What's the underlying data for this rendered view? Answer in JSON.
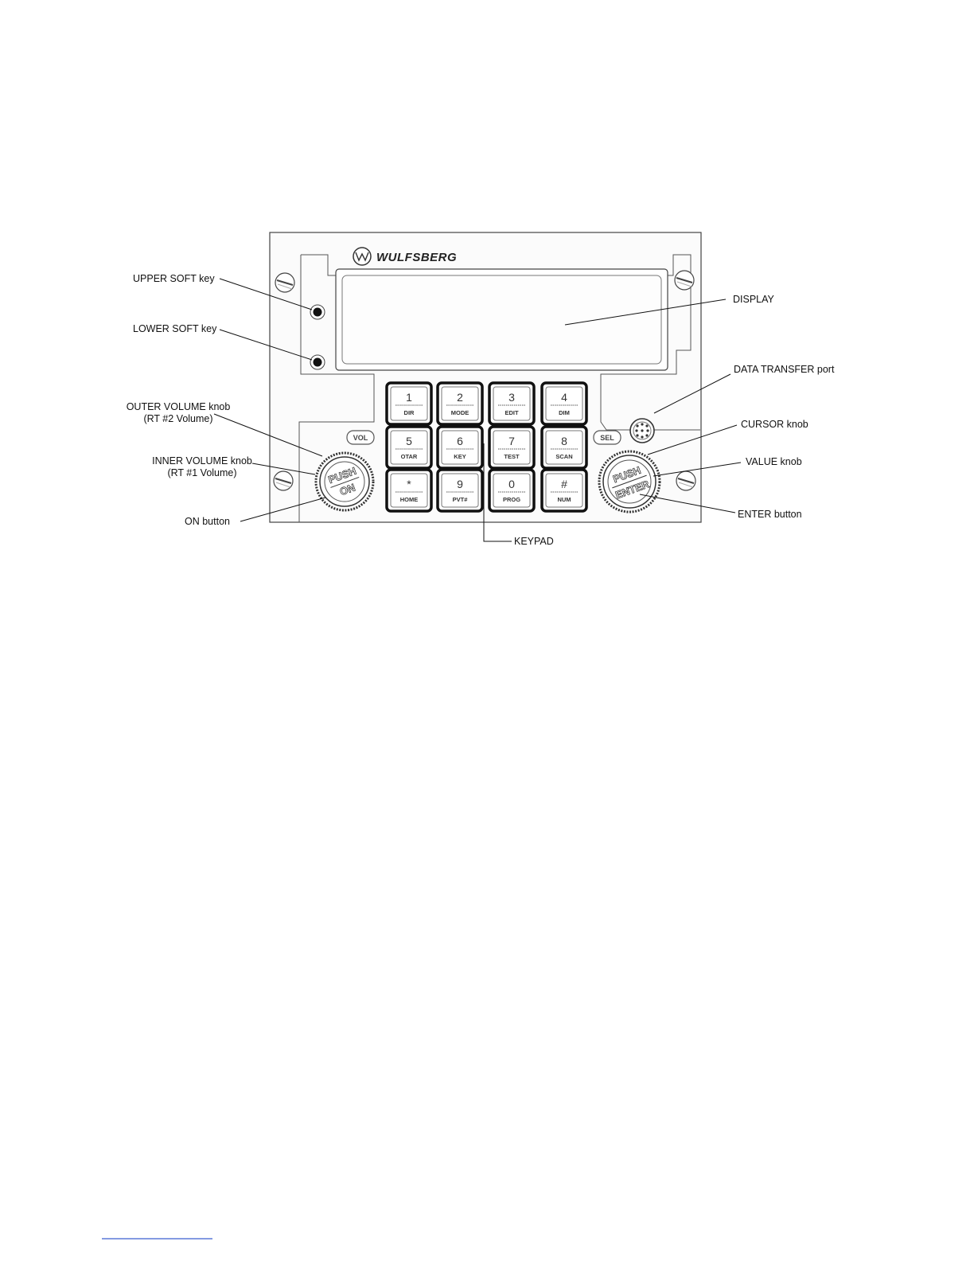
{
  "brand": "WULFSBERG",
  "panel_tags": {
    "vol": "VOL",
    "sel": "SEL"
  },
  "knobs": {
    "left": [
      "PUSH",
      "ON"
    ],
    "right": [
      "PUSH",
      "ENTER"
    ]
  },
  "keypad": [
    {
      "num": "1",
      "sub": "DIR"
    },
    {
      "num": "2",
      "sub": "MODE"
    },
    {
      "num": "3",
      "sub": "EDIT"
    },
    {
      "num": "4",
      "sub": "DIM"
    },
    {
      "num": "5",
      "sub": "OTAR"
    },
    {
      "num": "6",
      "sub": "KEY"
    },
    {
      "num": "7",
      "sub": "TEST"
    },
    {
      "num": "8",
      "sub": "SCAN"
    },
    {
      "num": "*",
      "sub": "HOME"
    },
    {
      "num": "9",
      "sub": "PVT#"
    },
    {
      "num": "0",
      "sub": "PROG"
    },
    {
      "num": "#",
      "sub": "NUM"
    }
  ],
  "callouts": {
    "upper_soft_key": "UPPER SOFT key",
    "lower_soft_key": "LOWER SOFT key",
    "outer_volume": [
      "OUTER VOLUME knob",
      "(RT #2 Volume)"
    ],
    "inner_volume": [
      "INNER VOLUME knob",
      "(RT #1 Volume)"
    ],
    "on_button": "ON button",
    "display": "DISPLAY",
    "data_transfer": "DATA TRANSFER port",
    "cursor_knob": "CURSOR knob",
    "value_knob": "VALUE knob",
    "enter_button": "ENTER button",
    "keypad": "KEYPAD"
  }
}
